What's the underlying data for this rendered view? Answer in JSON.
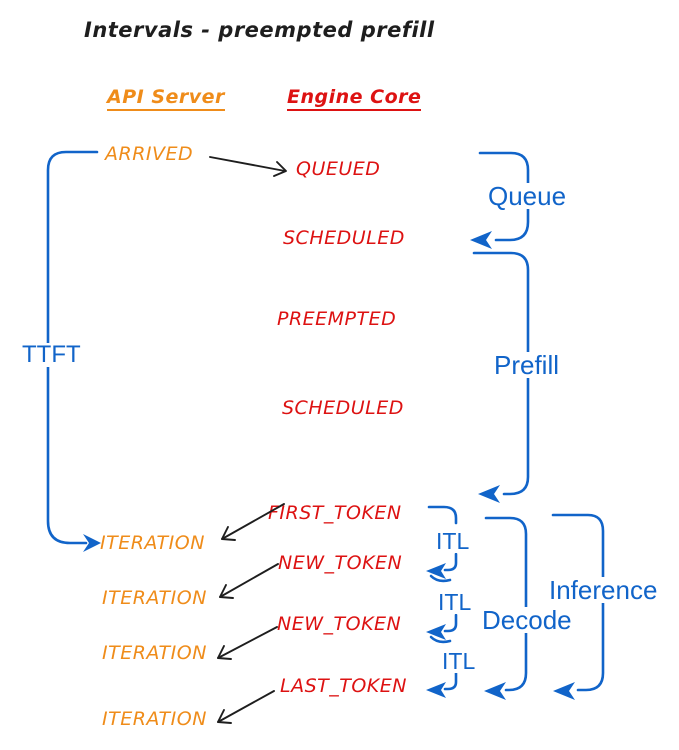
{
  "title": "Intervals - preempted prefill",
  "columns": {
    "api_server": "API Server",
    "engine_core": "Engine Core"
  },
  "api_events": {
    "arrived": "ARRIVED",
    "iteration": "ITERATION"
  },
  "engine_events": {
    "queued": "QUEUED",
    "scheduled_1": "SCHEDULED",
    "preempted": "PREEMPTED",
    "scheduled_2": "SCHEDULED",
    "first_token": "FIRST_TOKEN",
    "new_token_1": "NEW_TOKEN",
    "new_token_2": "NEW_TOKEN",
    "last_token": "LAST_TOKEN"
  },
  "intervals": {
    "ttft": "TTFT",
    "queue": "Queue",
    "prefill": "Prefill",
    "itl": "ITL",
    "decode": "Decode",
    "inference": "Inference"
  },
  "colors": {
    "api": "#ef8c1a",
    "engine": "#dd1212",
    "interval": "#1164c9",
    "ink": "#1e1e1e"
  }
}
